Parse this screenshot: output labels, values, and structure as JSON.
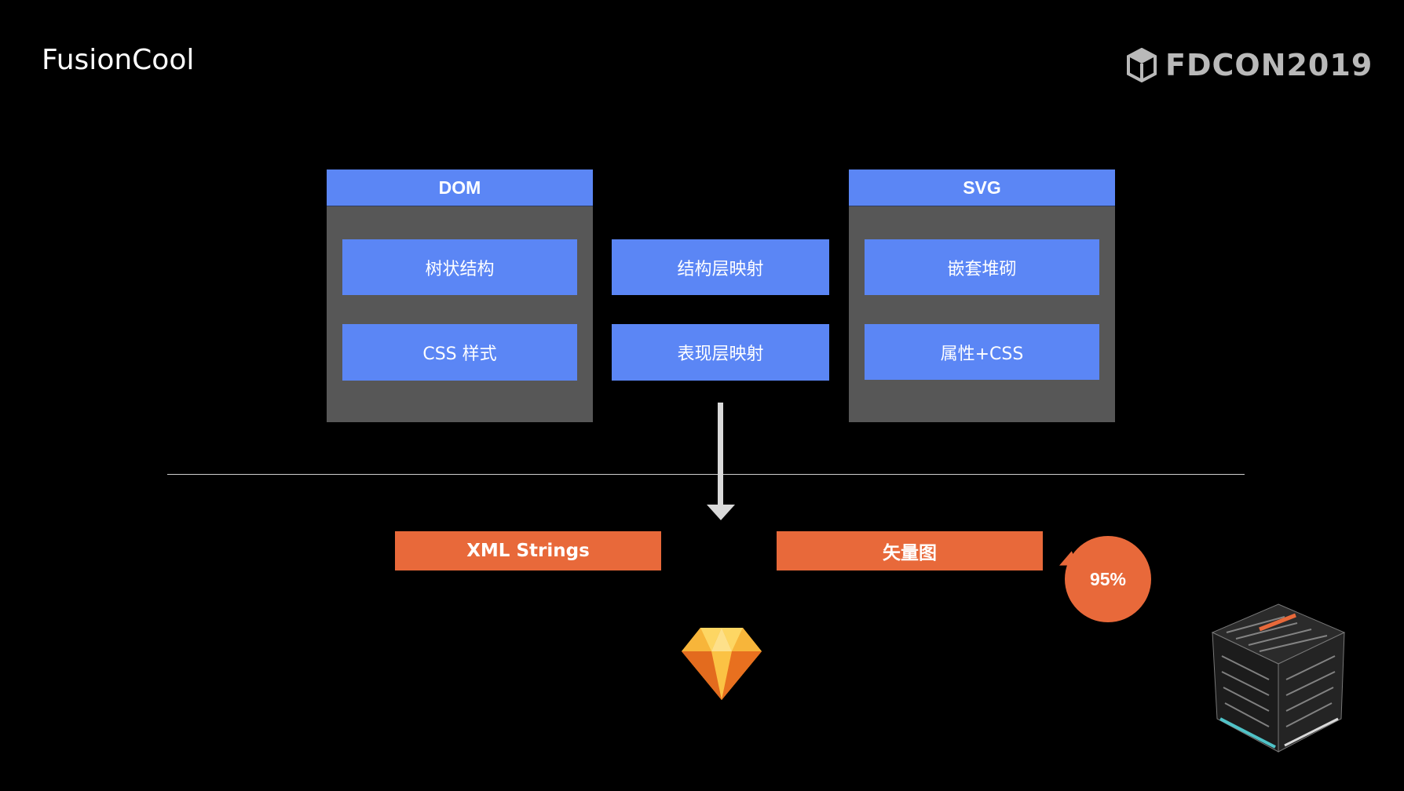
{
  "header": {
    "title": "FusionCool",
    "brand": "FDCON2019"
  },
  "diagram": {
    "dom_panel": {
      "title": "DOM",
      "items": [
        "树状结构",
        "CSS 样式"
      ]
    },
    "mappings": [
      "结构层映射",
      "表现层映射"
    ],
    "svg_panel": {
      "title": "SVG",
      "items": [
        "嵌套堆砌",
        "属性+CSS"
      ]
    },
    "outputs": {
      "left": "XML Strings",
      "right": "矢量图"
    },
    "badge": "95%"
  },
  "colors": {
    "blue": "#5b86f5",
    "panel_gray": "#575757",
    "orange": "#e8693a",
    "background": "#000000"
  },
  "icons": [
    "fdcon-logo-icon",
    "sketch-diamond-icon",
    "fdcon-cube-icon"
  ]
}
